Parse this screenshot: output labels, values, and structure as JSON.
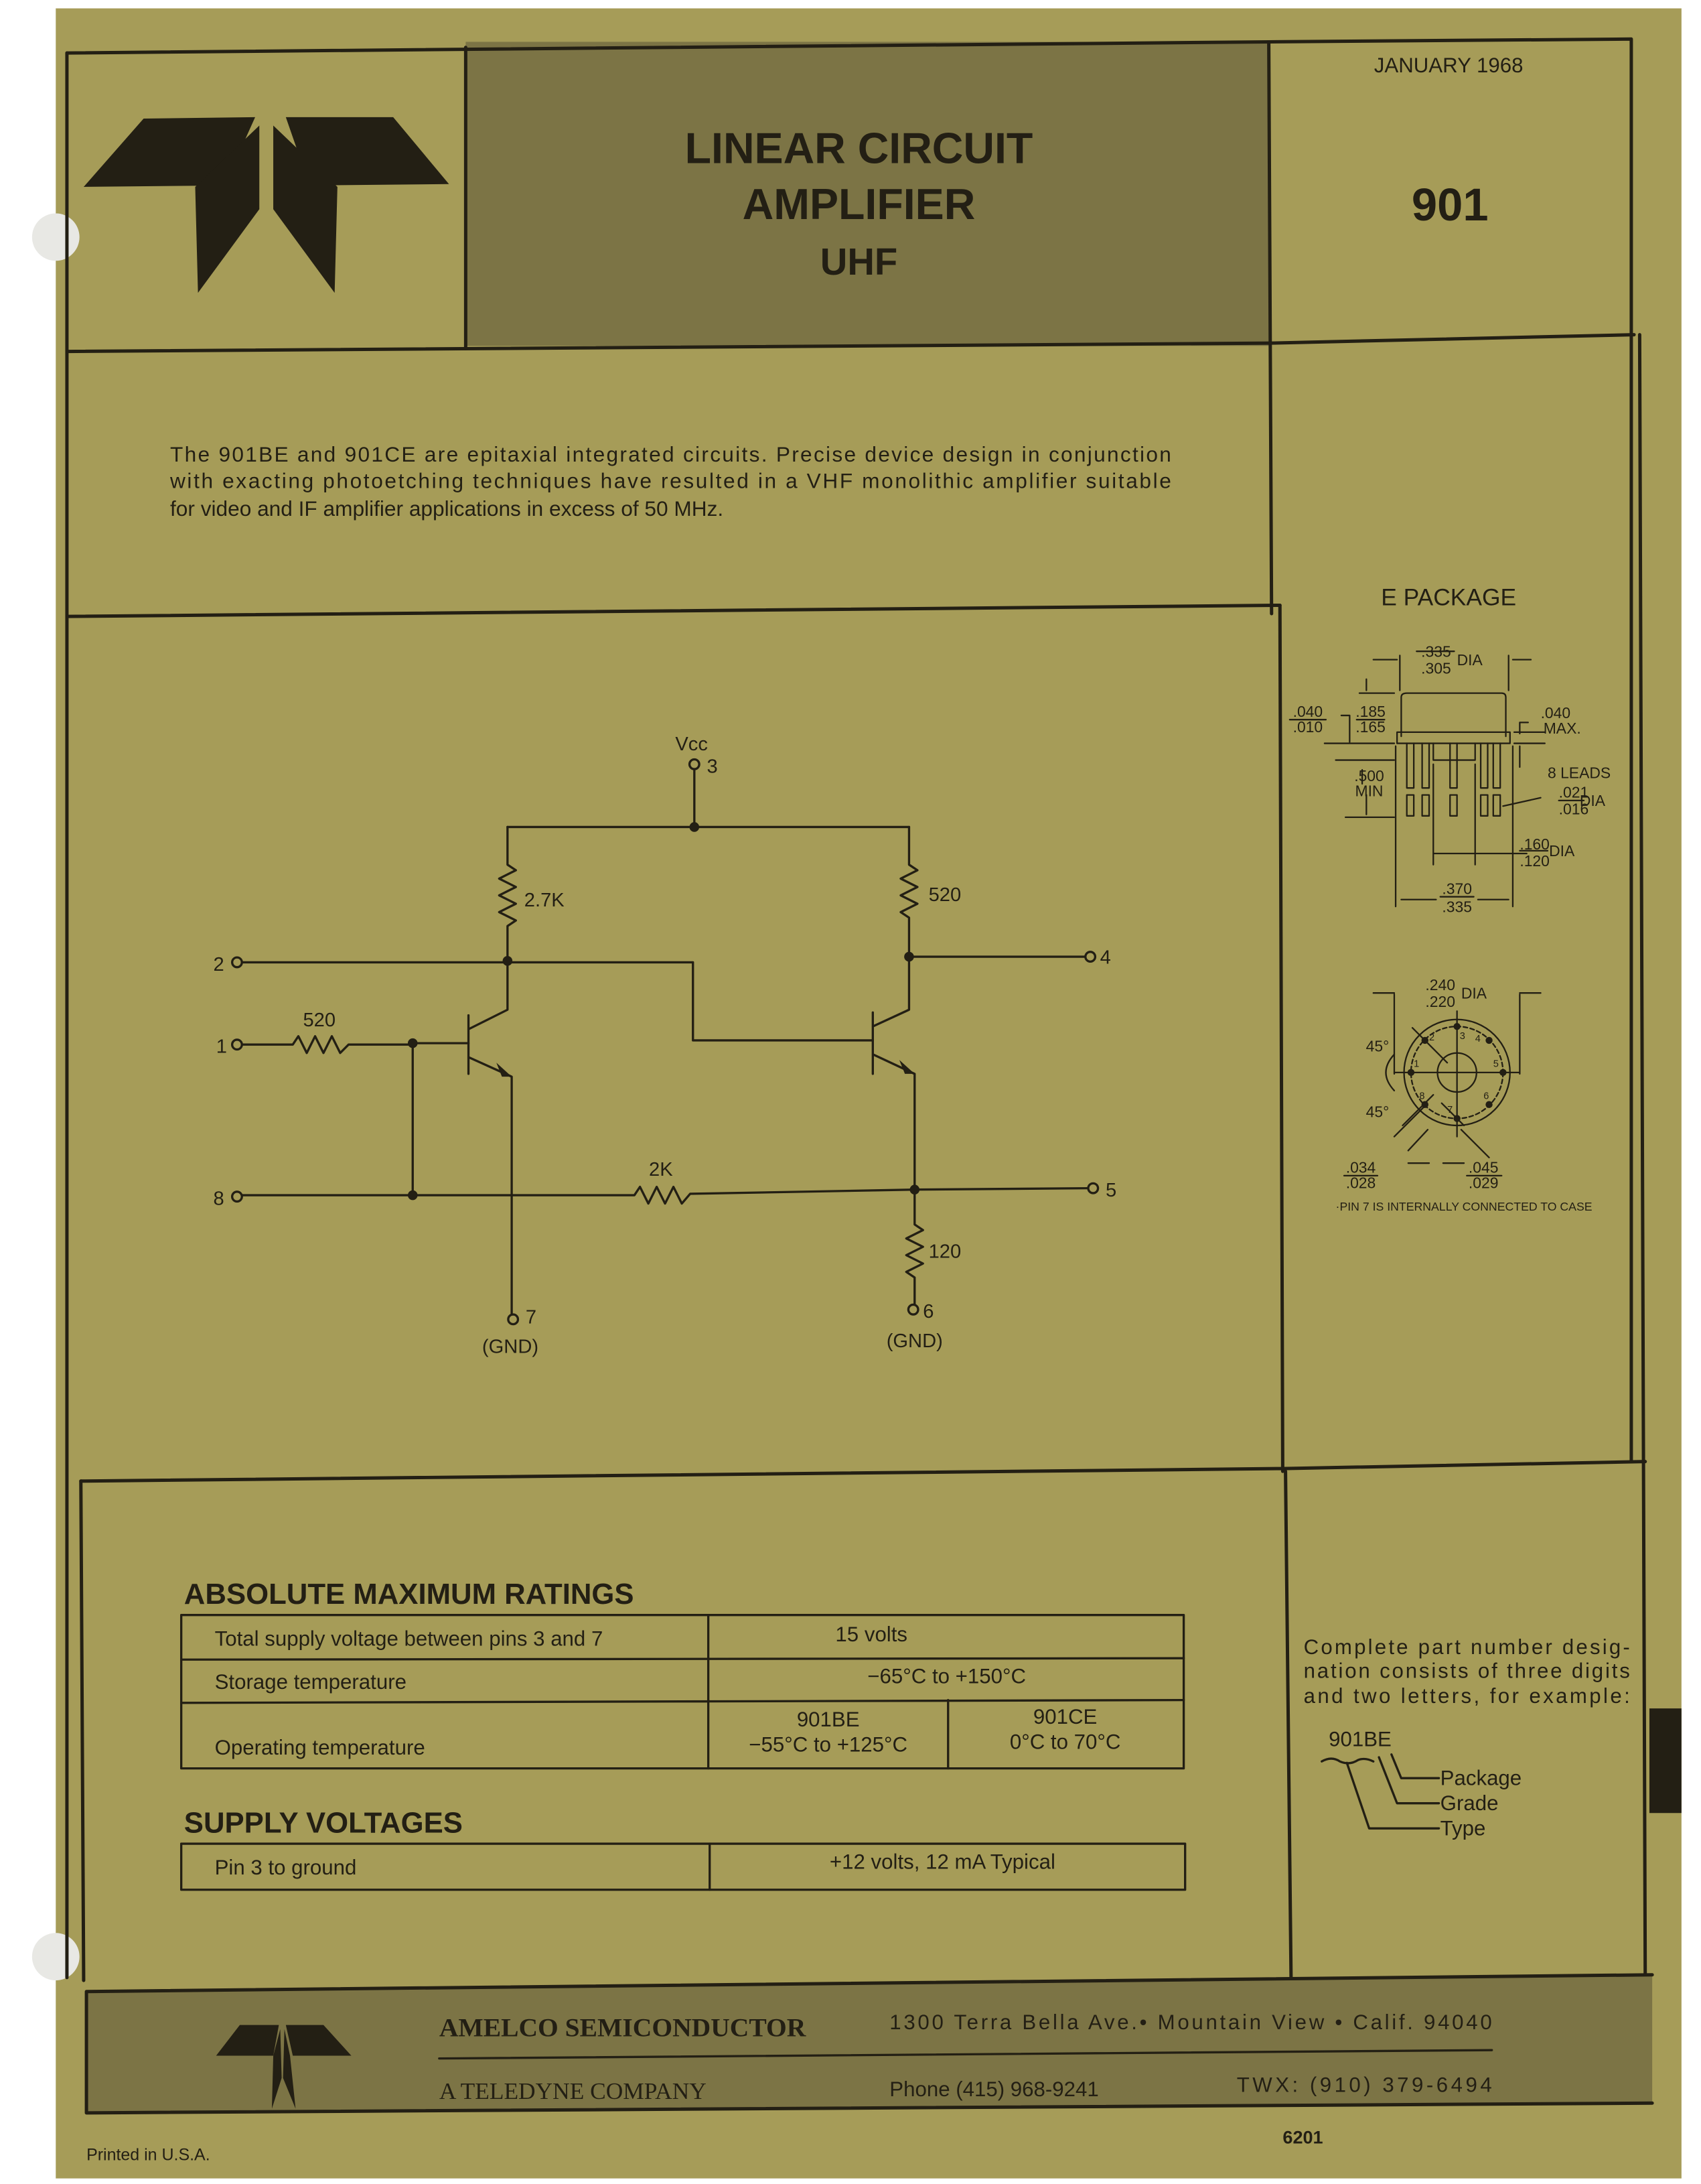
{
  "colors": {
    "paper": "#a69c58",
    "shade": "#7c7445",
    "ink": "#231f14"
  },
  "header": {
    "title_lines": [
      "LINEAR CIRCUIT",
      "AMPLIFIER",
      "UHF"
    ],
    "date": "JANUARY 1968",
    "part_number": "901"
  },
  "description": {
    "lines": [
      "The 901BE and 901CE are epitaxial integrated circuits. Precise device design in conjunction",
      "with exacting photoetching techniques have resulted in a VHF monolithic amplifier suitable",
      "for video and IF amplifier applications in excess of 50 MHz."
    ]
  },
  "schematic": {
    "vcc": "Vcc",
    "pins": {
      "p1": "1",
      "p2": "2",
      "p3": "3",
      "p4": "4",
      "p5": "5",
      "p6": "6",
      "p7": "7",
      "p8": "8"
    },
    "gnd": "(GND)",
    "resistors": {
      "r_collector_left": "2.7K",
      "r_collector_right": "520",
      "r_input": "520",
      "r_feedback": "2K",
      "r_emitter": "120"
    }
  },
  "package": {
    "title": "E PACKAGE",
    "dia_top": {
      "max": ".335",
      "min": ".305",
      "unit": "DIA"
    },
    "flange": {
      "max": ".040",
      "min": ".010"
    },
    "height": {
      "max": ".185",
      "min": ".165"
    },
    "flange_max": {
      "value": ".040",
      "label": "MAX."
    },
    "lead_length": {
      "value": ".500",
      "label": "MIN"
    },
    "leads": "8 LEADS",
    "lead_dia": {
      "max": ".021",
      "min": ".016",
      "unit": "DIA"
    },
    "pin_circle": {
      "max": ".160",
      "min": ".120",
      "unit": "DIA"
    },
    "flange_dia": {
      "max": ".370",
      "min": ".335"
    },
    "bottom_dia": {
      "max": ".240",
      "min": ".220",
      "unit": "DIA"
    },
    "angle_top": "45°",
    "angle_bottom": "45°",
    "tab_width": {
      "max": ".034",
      "min": ".028"
    },
    "tab_length": {
      "max": ".045",
      "min": ".029"
    },
    "pin_labels": [
      "1",
      "2",
      "3",
      "4",
      "5",
      "6",
      "7",
      "8"
    ],
    "note": "·PIN 7 IS INTERNALLY CONNECTED TO CASE"
  },
  "ratings": {
    "title": "ABSOLUTE MAXIMUM RATINGS",
    "rows": [
      {
        "param": "Total supply voltage between pins 3 and 7",
        "value": "15 volts"
      },
      {
        "param": "Storage temperature",
        "value": "−65°C to +150°C"
      },
      {
        "param": "Operating temperature",
        "col_a": {
          "name": "901BE",
          "value": "−55°C to +125°C"
        },
        "col_b": {
          "name": "901CE",
          "value": "0°C to 70°C"
        }
      }
    ]
  },
  "supply": {
    "title": "SUPPLY VOLTAGES",
    "rows": [
      {
        "param": "Pin 3 to ground",
        "value": "+12 volts, 12 mA Typical"
      }
    ]
  },
  "part_designation": {
    "lines": [
      "Complete part number desig-",
      "nation consists of three digits",
      "and two letters, for example:"
    ],
    "example": "901BE",
    "labels": [
      "Package",
      "Grade",
      "Type"
    ]
  },
  "footer": {
    "company": "AMELCO SEMICONDUCTOR",
    "address": "1300 Terra Bella Ave.• Mountain View • Calif. 94040",
    "parent": "A TELEDYNE COMPANY",
    "phone": "Phone (415) 968-9241",
    "twx": "TWX: (910) 379-6494",
    "printed": "Printed in U.S.A.",
    "doc_number": "6201"
  }
}
